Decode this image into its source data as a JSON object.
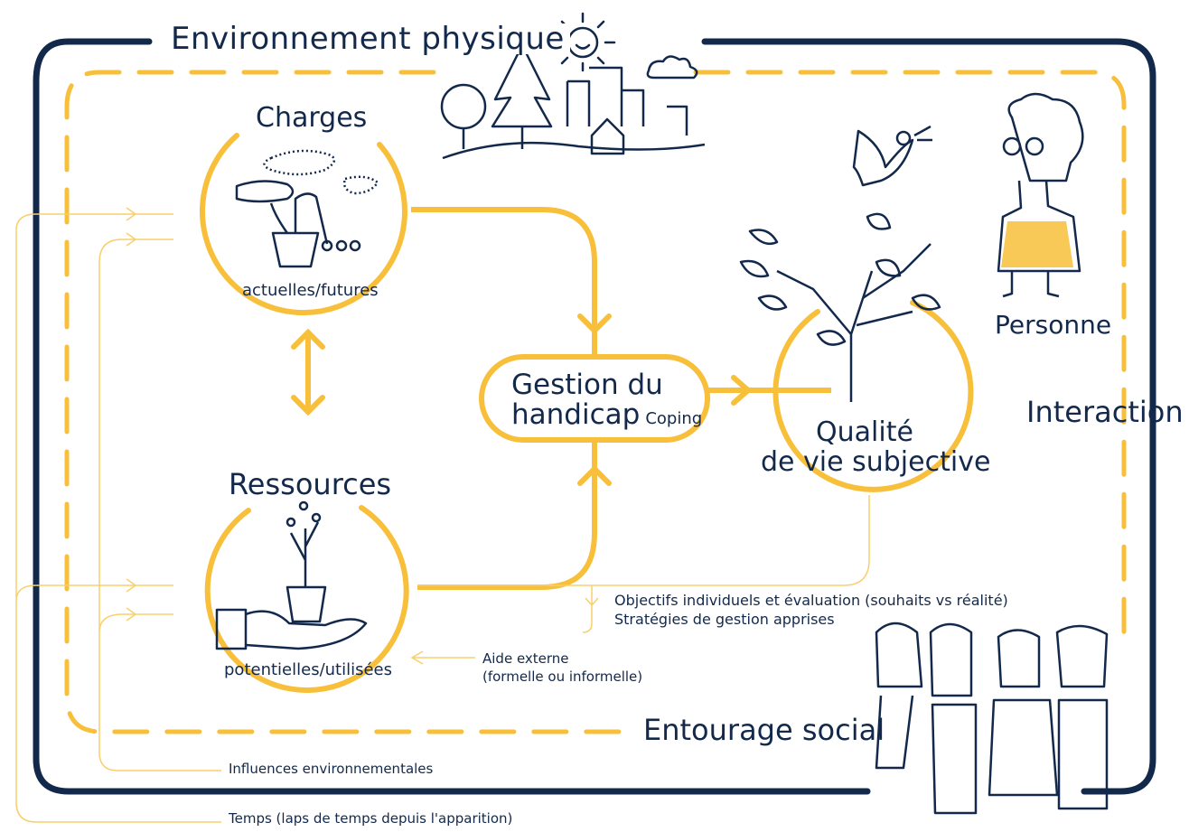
{
  "diagram": {
    "environment_title": "Environnement physique",
    "charges_title": "Charges",
    "charges_sub": "actuelles/futures",
    "ressources_title": "Ressources",
    "ressources_sub": "potentielles/utilisées",
    "gestion_line1": "Gestion du",
    "gestion_line2": "handicap",
    "gestion_coping": "Coping",
    "qualite_line1": "Qualité",
    "qualite_line2": "de vie subjective",
    "personne": "Personne",
    "interaction": "Interaction",
    "entourage": "Entourage social",
    "objectifs_line1": "Objectifs individuels et évaluation (souhaits vs réalité)",
    "objectifs_line2": "Stratégies de gestion apprises",
    "aide_line1": "Aide externe",
    "aide_line2": "(formelle ou informelle)",
    "influences": "Influences environnementales",
    "temps": "Temps (laps de temps depuis l'apparition)"
  },
  "colors": {
    "navy": "#13294b",
    "yellow": "#f7bf3a",
    "light_yellow": "#f9cf6e"
  },
  "icons": [
    "sun-icon",
    "trees-icon",
    "city-icon",
    "house-icon",
    "cloud-icon",
    "plant-pot-icon",
    "hand-plant-icon",
    "tree-icon",
    "bird-icon",
    "person-icon",
    "group-people-icon"
  ]
}
